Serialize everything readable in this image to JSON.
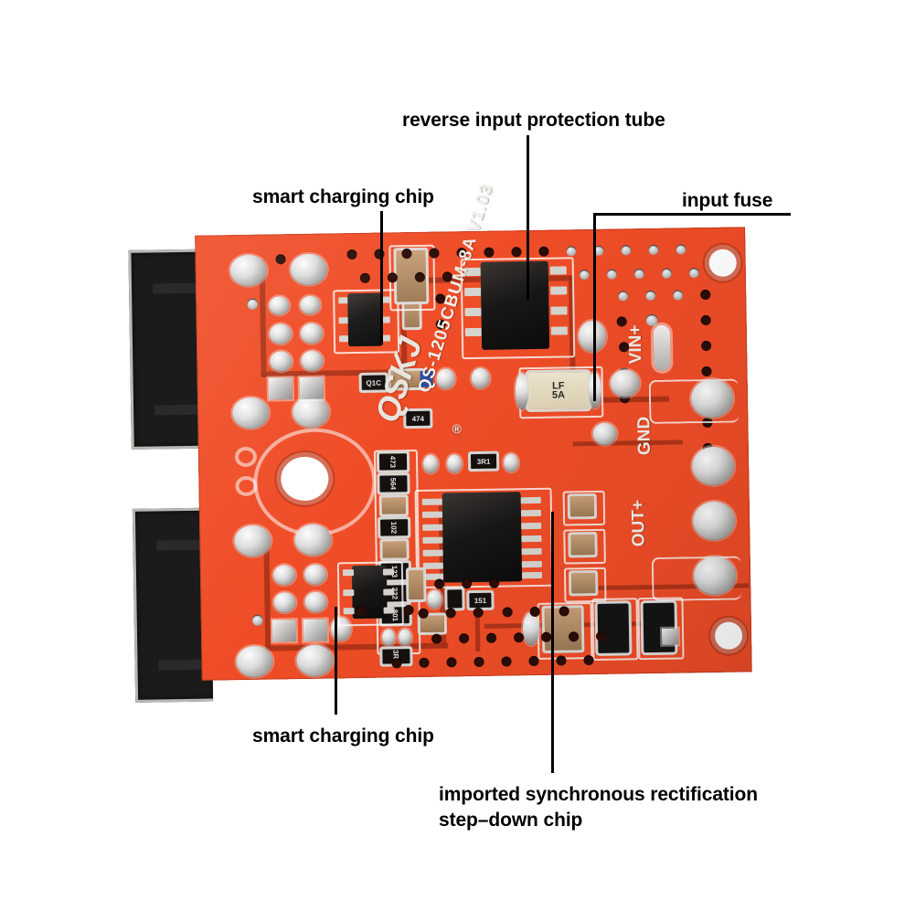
{
  "image": {
    "subject": "PCB module photograph with callout annotations",
    "background_color": "#ffffff",
    "board_color": "#ef4d27"
  },
  "annotations": [
    {
      "id": "reverse-input-protection-tube",
      "label": "reverse input protection tube"
    },
    {
      "id": "smart-charging-chip-top",
      "label": "smart charging chip"
    },
    {
      "id": "input-fuse",
      "label": "input fuse"
    },
    {
      "id": "smart-charging-chip-bottom",
      "label": "smart charging chip"
    },
    {
      "id": "step-down-chip",
      "label_line1": "imported synchronous rectification",
      "label_line2": "step–down chip"
    }
  ],
  "board": {
    "silkscreen": {
      "part_number": "QS-1205CBUM-8A  V1.03",
      "brand": "QSKJ",
      "brand_mark": "®",
      "terminals": [
        "VIN+",
        "GND",
        "OUT+"
      ]
    },
    "fuse": {
      "line1": "LF",
      "line2": "5A",
      "marking": "▽"
    },
    "resistors": [
      "473",
      "564",
      "102",
      "123",
      "222",
      "801",
      "3R1",
      "Q1C",
      "474",
      "3R1",
      "151"
    ],
    "connectors": [
      "usb-port-top",
      "usb-port-bottom"
    ]
  }
}
